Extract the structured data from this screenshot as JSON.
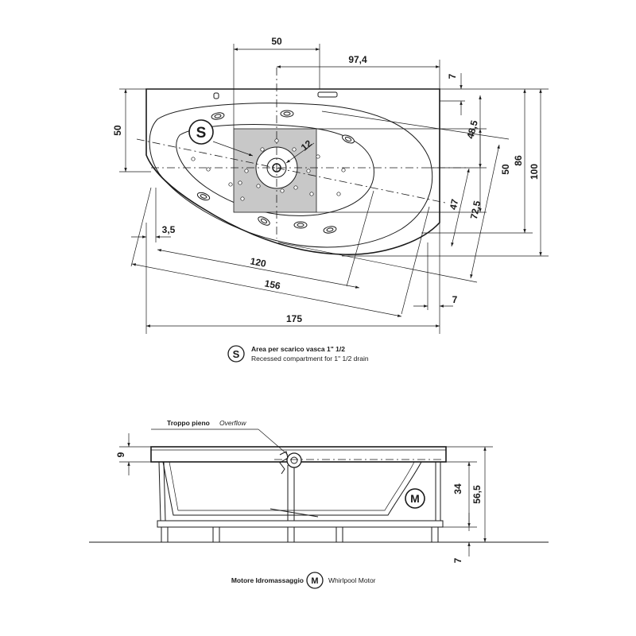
{
  "top_view": {
    "dimensions": {
      "drain_width": "50",
      "drain_offset": "97,4",
      "rim_top": "7",
      "left_depth": "50",
      "diag_48_5": "48,5",
      "drain_dia": "12",
      "drain_height": "50",
      "diag_47": "47",
      "diag_72_5": "72,5",
      "depth_86": "86",
      "depth_100": "100",
      "left_offset": "3,5",
      "inner_length": "120",
      "diag_length": "156",
      "right_offset": "7",
      "total_length": "175"
    },
    "drain_symbol": "S"
  },
  "legend_drain": {
    "symbol": "S",
    "title": "Area per scarico vasca 1\" 1/2",
    "subtitle": "Recessed compartment for 1\" 1/2  drain"
  },
  "side_view": {
    "overflow_label_it": "Troppo pieno",
    "overflow_label_en": "Overflow",
    "motor_symbol": "M",
    "dimensions": {
      "rim_height": "9",
      "motor_height": "34",
      "total_height": "56,5",
      "feet_height": "7"
    }
  },
  "legend_motor": {
    "label_it": "Motore Idromassaggio",
    "symbol": "M",
    "label_en": "Whirlpool Motor"
  },
  "colors": {
    "line": "#1a1a1a",
    "drain_area": "#c8c8c8"
  }
}
